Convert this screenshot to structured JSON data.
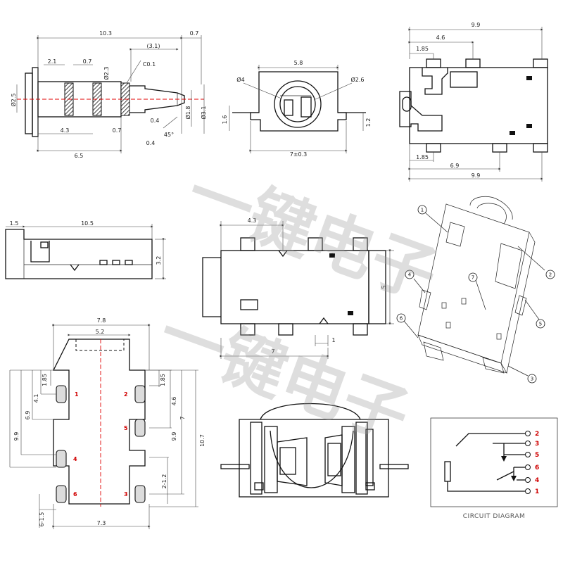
{
  "watermark": [
    "一键电子",
    "一键电子"
  ],
  "side_view": {
    "dims": [
      "10.3",
      "0.7",
      "(3.1)",
      "C0.1",
      "2.1",
      "0.7",
      "Ø2.3",
      "Ø2.5",
      "4.3",
      "0.7",
      "0.4",
      "Ø1.8",
      "Ø3.1",
      "45°",
      "0.4",
      "6.5"
    ]
  },
  "front_view": {
    "dims": [
      "5.8",
      "Ø4",
      "Ø2.6",
      "1.6",
      "1.2",
      "7±0.3"
    ]
  },
  "top_view": {
    "dims": [
      "9.9",
      "4.6",
      "1.85",
      "1.85",
      "6.9",
      "9.9"
    ]
  },
  "profile_view": {
    "dims": [
      "1.5",
      "10.5",
      "3.2"
    ]
  },
  "bottom_view": {
    "dims": [
      "4.3",
      "5",
      "1",
      "7"
    ]
  },
  "footprint": {
    "dims": [
      "7.8",
      "5.2",
      "1.85",
      "1.85",
      "4.1",
      "6.9",
      "9.9",
      "4.6",
      "7",
      "9.9",
      "10.7",
      "2-1.2",
      "6-1.5",
      "7.3"
    ],
    "pins": [
      "1",
      "2",
      "5",
      "4",
      "6",
      "3"
    ]
  },
  "isometric": {
    "balloons": [
      "1",
      "2",
      "4",
      "7",
      "5",
      "6",
      "3"
    ]
  },
  "circuit": {
    "pins": [
      "2",
      "3",
      "5",
      "6",
      "4",
      "1"
    ],
    "caption": "CIRCUIT DIAGRAM"
  }
}
